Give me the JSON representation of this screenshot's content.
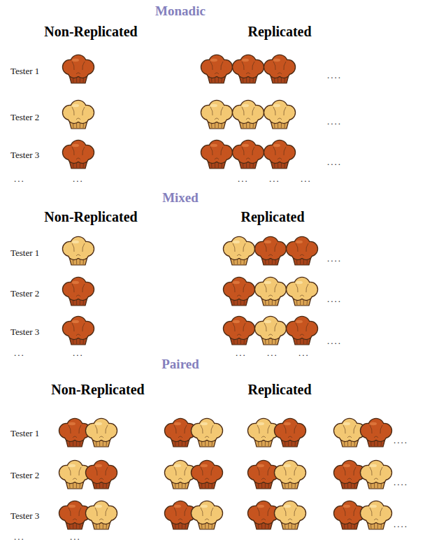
{
  "diagram": {
    "labels": [
      "Monadic",
      "Non-Replicated",
      "Replicated",
      "Tester 1",
      "....",
      "Tester 2",
      "....",
      "Tester 3",
      "....",
      "...",
      "...",
      "...",
      "...",
      "...",
      "Mixed",
      "Non-Replicated",
      "Replicated",
      "Tester 1",
      "....",
      "Tester 2",
      "....",
      "Tester 3",
      "....",
      "...",
      "...",
      "...",
      "...",
      "...",
      "Paired",
      "Non-Replicated",
      "Replicated",
      "Tester 1",
      "....",
      "Tester 2",
      "....",
      "Tester 3",
      "....",
      "...",
      "..."
    ]
  }
}
